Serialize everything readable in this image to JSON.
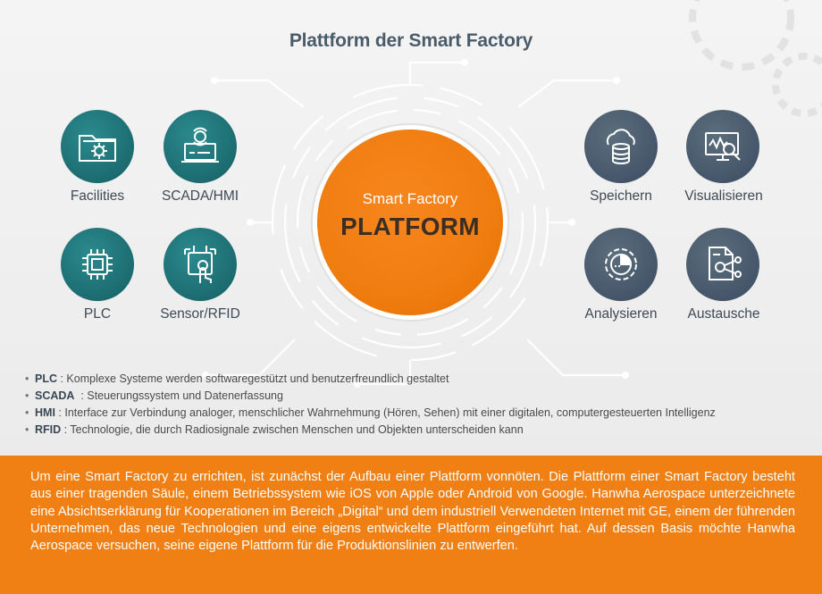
{
  "title": "Plattform der Smart Factory",
  "center": {
    "line1": "Smart Factory",
    "line2": "PLATFORM"
  },
  "left_items": [
    {
      "label": "Facilities",
      "icon": "folder-gear-icon"
    },
    {
      "label": "SCADA/HMI",
      "icon": "monitor-sync-icon"
    },
    {
      "label": "PLC",
      "icon": "chip-icon"
    },
    {
      "label": "Sensor/RFID",
      "icon": "touch-sensor-icon"
    }
  ],
  "right_items": [
    {
      "label": "Speichern",
      "icon": "cloud-database-icon"
    },
    {
      "label": "Visualisieren",
      "icon": "monitor-magnifier-icon"
    },
    {
      "label": "Analysieren",
      "icon": "pie-analysis-icon"
    },
    {
      "label": "Austausche",
      "icon": "document-share-icon"
    }
  ],
  "bullets": [
    {
      "term": "PLC",
      "sep": " : ",
      "text": "Komplexe Systeme werden softwaregestützt und benutzerfreundlich gestaltet"
    },
    {
      "term": "SCADA",
      "sep": "  : ",
      "text": "Steuerungssystem und Datenerfassung"
    },
    {
      "term": "HMI",
      "sep": " : ",
      "text": "Interface zur Verbindung analoger, menschlicher Wahrnehmung (Hören, Sehen) mit einer digitalen, computergesteuerten Intelligenz"
    },
    {
      "term": "RFID",
      "sep": " : ",
      "text": "Technologie, die durch Radiosignale zwischen Menschen und Objekten unterscheiden kann"
    }
  ],
  "paragraph": "Um eine Smart Factory zu errichten, ist zunächst der Aufbau einer Plattform vonnöten. Die Plattform einer Smart Factory besteht aus einer tragenden Säule, einem Betriebssystem wie iOS von Apple oder Android von Google. Hanwha Aerospace unterzeichnete eine Absichtserklärung für Kooperationen im Bereich „Digital“ und dem industriell Verwendeten Internet mit GE, einem der führenden Unternehmen, das neue Technologien und eine eigens entwickelte Plattform eingeführt hat. Auf dessen Basis möchte Hanwha Aerospace versuchen, seine eigene Plattform für die Produktionslinien zu entwerfen.",
  "colors": {
    "orange": "#f07f14",
    "teal": "#1c6c70",
    "slate": "#45566a",
    "title": "#4a5c6a"
  }
}
